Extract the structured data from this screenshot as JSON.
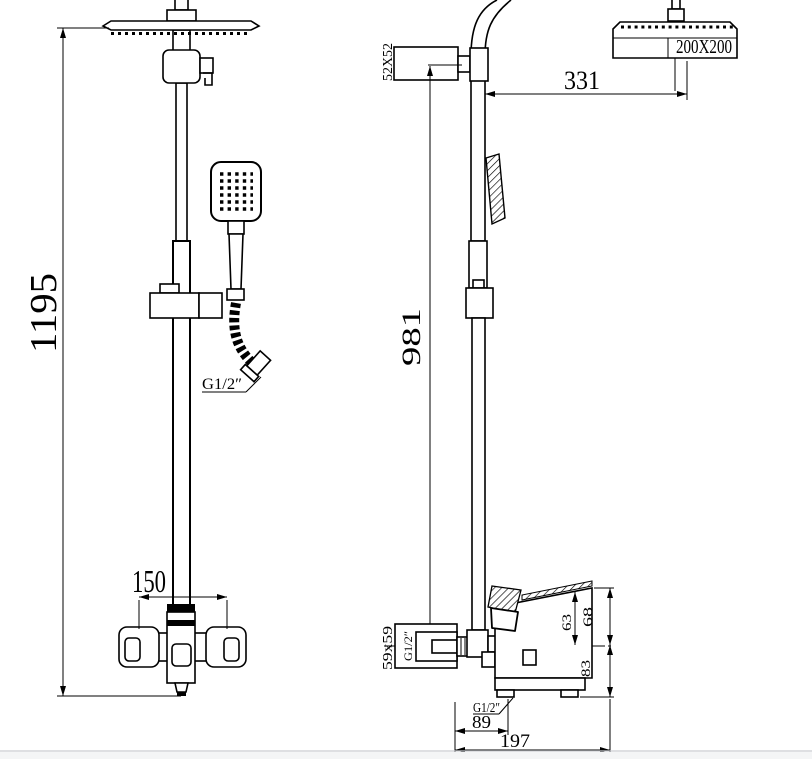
{
  "dims": {
    "front_overall_height": "1195",
    "front_handle_spacing": "150",
    "front_hose_thread": "G1/2″",
    "side_head_size": "200X200",
    "side_head_offset": "331",
    "side_top_block": "52X52",
    "side_riser_height": "981",
    "side_escutcheon": "59x59",
    "side_escutcheon_thread": "G1/2″",
    "side_spout_center_height": "63",
    "side_upper_height": "68",
    "side_lower_height": "83",
    "side_outlet_thread": "G1/2″",
    "side_outlet_offset": "89",
    "side_total_depth": "197"
  }
}
